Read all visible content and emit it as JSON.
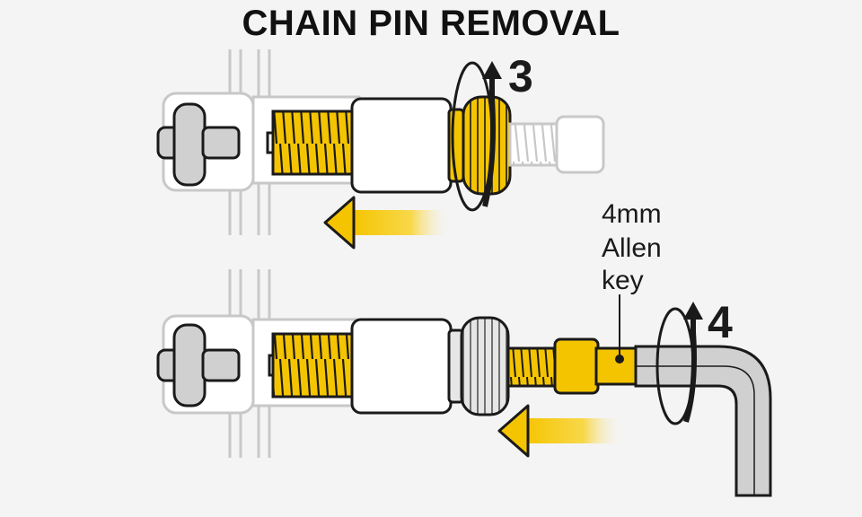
{
  "title": "CHAIN PIN REMOVAL",
  "steps": [
    {
      "number": "3"
    },
    {
      "number": "4"
    }
  ],
  "callout": {
    "line1": "4mm",
    "line2": "Allen",
    "line3": "key"
  },
  "colors": {
    "background": "#f4f4f4",
    "accent_yellow": "#f5c400",
    "outline": "#1a1a1a",
    "part_fill": "#ffffff",
    "ghost_outline": "#c8c8c8",
    "metal_gray": "#d0d0d0"
  }
}
